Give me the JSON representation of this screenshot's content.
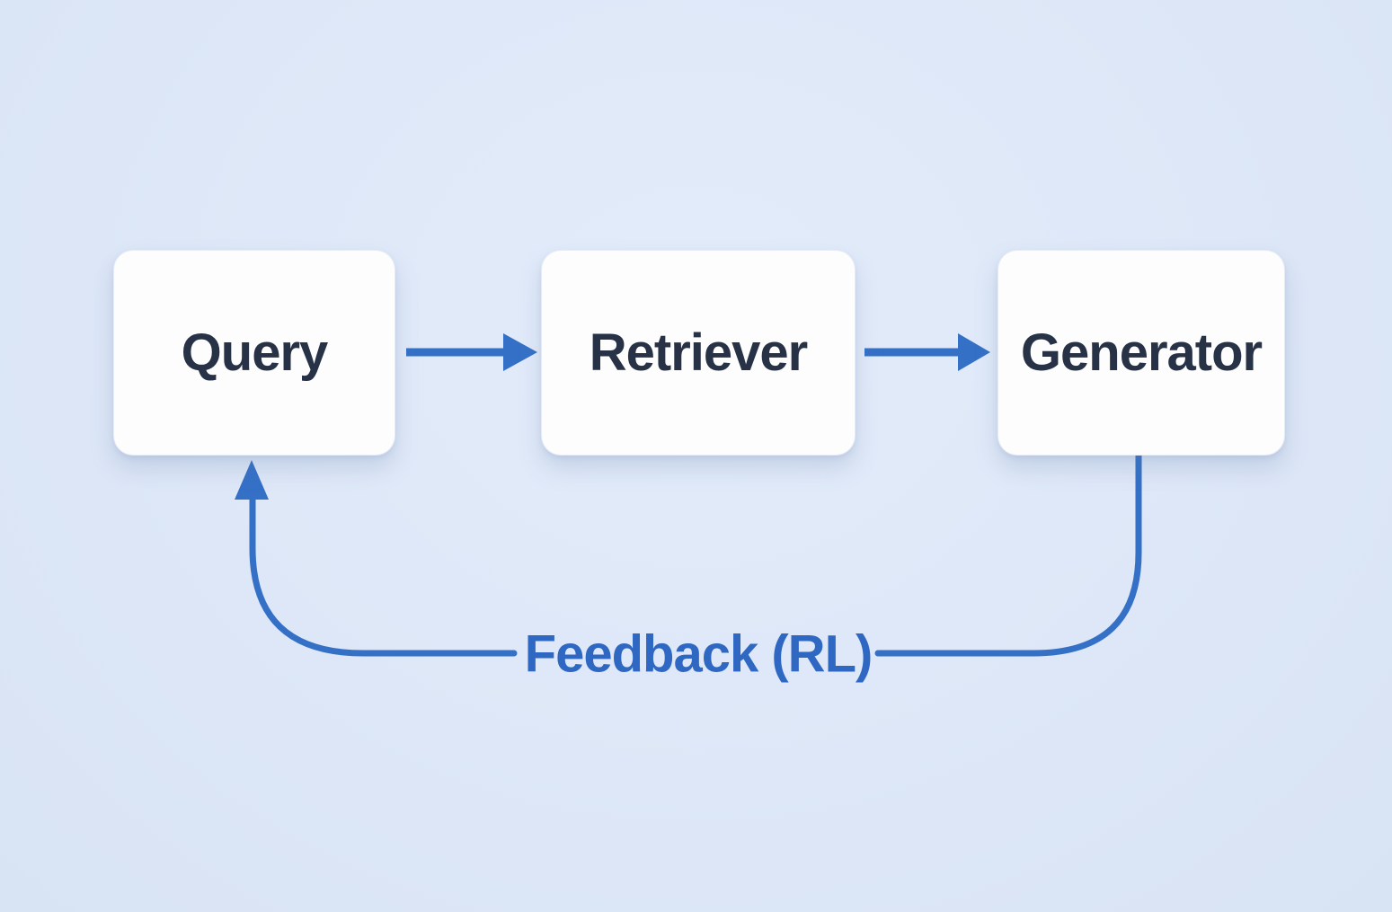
{
  "diagram": {
    "nodes": [
      {
        "id": "query",
        "label": "Query"
      },
      {
        "id": "retriever",
        "label": "Retriever"
      },
      {
        "id": "generator",
        "label": "Generator"
      }
    ],
    "edges": [
      {
        "from": "query",
        "to": "retriever"
      },
      {
        "from": "retriever",
        "to": "generator"
      },
      {
        "from": "generator",
        "to": "query",
        "label": "Feedback (RL)"
      }
    ],
    "colors": {
      "background": "#dde7f7",
      "node_fill": "#fdfdfe",
      "node_text": "#273246",
      "arrow": "#3470c6",
      "feedback_text": "#2f68c2"
    }
  }
}
